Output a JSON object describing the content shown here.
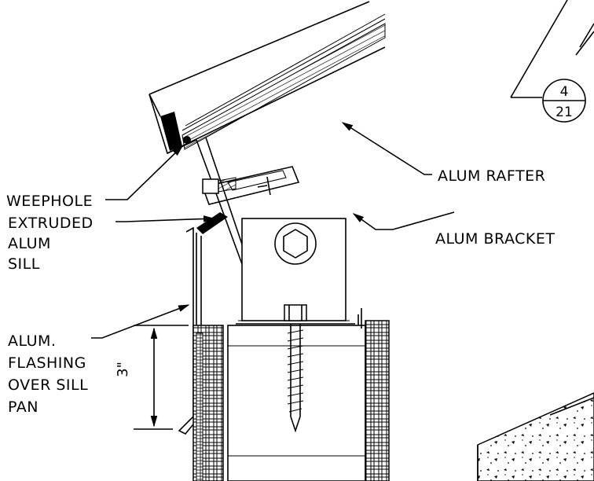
{
  "labels": {
    "weephole": "WEEPHOLE",
    "sill": [
      "EXTRUDED",
      "ALUM",
      "SILL"
    ],
    "flashing": [
      "ALUM.",
      "FLASHING",
      "OVER SILL",
      "PAN"
    ],
    "rafter": "ALUM RAFTER",
    "bracket": "ALUM BRACKET"
  },
  "dimension": {
    "value": "3\""
  },
  "section_tag": {
    "number": "4",
    "sheet": "21"
  }
}
